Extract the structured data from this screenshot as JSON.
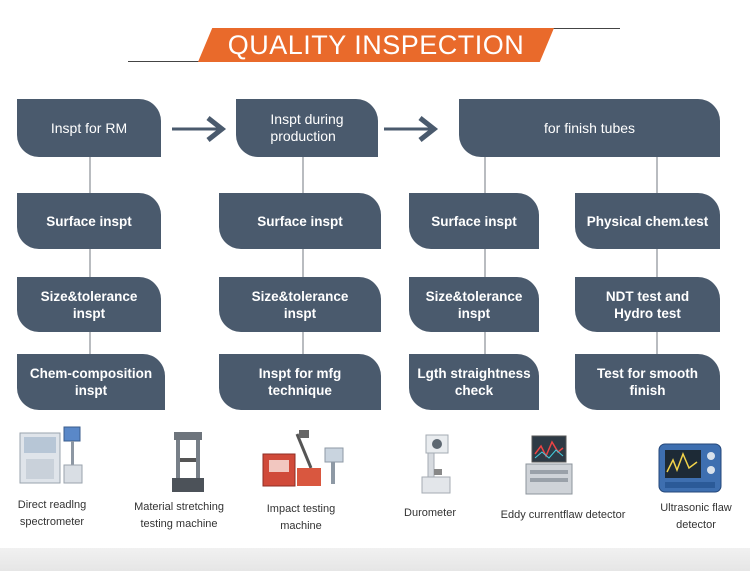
{
  "title": "QUALITY INSPECTION",
  "columns": [
    {
      "head": "Inspt for RM",
      "items": [
        "Surface inspt",
        "Size&tolerance\ninspt",
        "Chem-composition\ninspt"
      ]
    },
    {
      "head": "Inspt during\nproduction",
      "items": [
        "Surface inspt",
        "Size&tolerance\ninspt",
        "Inspt for mfg\ntechnique"
      ]
    },
    {
      "head": "for finish tubes",
      "sub_a": [
        "Surface inspt",
        "Size&tolerance\ninspt",
        "Lgth straightness\ncheck"
      ],
      "sub_b": [
        "Physical chem.test",
        "NDT test and\nHydro test",
        "Test for smooth\nfinish"
      ]
    }
  ],
  "equipment": [
    {
      "caption": "Direct readlng\nspectrometer",
      "icon": "spectrometer-icon"
    },
    {
      "caption": "Material stretching\ntesting machine",
      "icon": "tensile-machine-icon"
    },
    {
      "caption": "Impact testing\nmachine",
      "icon": "impact-tester-icon"
    },
    {
      "caption": "Durometer",
      "icon": "durometer-icon"
    },
    {
      "caption": "Eddy currentflaw detector",
      "icon": "eddy-current-detector-icon"
    },
    {
      "caption": "Ultrasonic flaw\ndetector",
      "icon": "ultrasonic-detector-icon"
    }
  ],
  "colors": {
    "box": "#4a5a6d",
    "accent": "#e96a2b",
    "connector": "#b9bcc0"
  }
}
